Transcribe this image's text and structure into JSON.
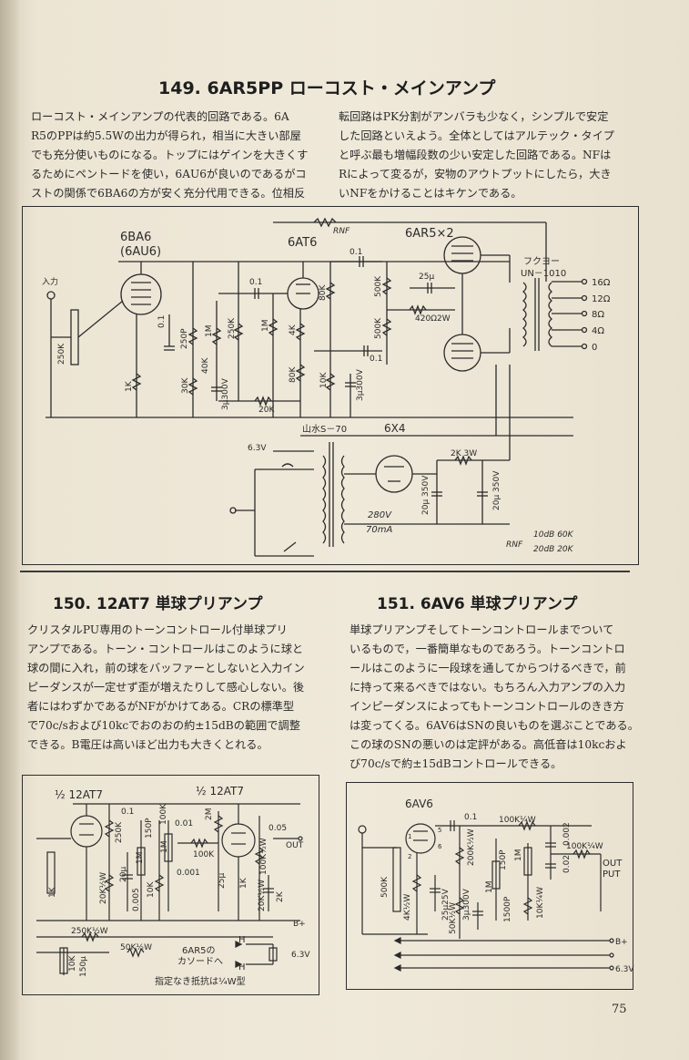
{
  "s149": {
    "title": "149. 6AR5PP ローコスト・メインアンプ",
    "body_left": [
      "ローコスト・メインアンプの代表的回路である。6A",
      "R5のPPは約5.5Wの出力が得られ，相当に大きい部屋",
      "でも充分使いものになる。トップにはゲインを大きくす",
      "るためにペントードを使い，6AU6が良いのであるがコ",
      "ストの関係で6BA6の方が安く充分代用できる。位相反"
    ],
    "body_right": [
      "転回路はPK分割がアンバラも少なく，シンプルで安定",
      "した回路といえよう。全体としてはアルテック・タイプ",
      "と呼ぶ最も増幅段数の少い安定した回路である。NFは",
      "Rによって変るが，安物のアウトプットにしたら，大き",
      "いNFをかけることはキケンである。"
    ],
    "schematic": {
      "rnf": "RNF",
      "tube1": "6BA6",
      "tube1_alt": "(6AU6)",
      "tube2": "6AT6",
      "tube3": "6AR5×2",
      "input": "入力",
      "pot": "250K",
      "c_01a": "0.1",
      "c_01b": "0.1",
      "c_01c": "0.1",
      "c_01d": "0.1",
      "c_250p": "250P",
      "r_1m_a": "1M",
      "r_1m_b": "1M",
      "r_250k": "250K",
      "r_4k": "4K",
      "r_80k_a": "80K",
      "r_80k_b": "80K",
      "r_500k_a": "500K",
      "r_500k_b": "500K",
      "c_25u": "25μ",
      "r_420": "420Ω2W",
      "r_1k": "1K",
      "r_30k": "30K",
      "r_40k": "40K",
      "r_10k": "10K",
      "c_3u300_a": "3μ300V",
      "c_3u300_b": "3μ300V",
      "r_20k": "20K",
      "ot_maker": "フクヨー",
      "ot_model": "UN－1010",
      "taps": [
        "16Ω",
        "12Ω",
        "8Ω",
        "4Ω",
        "0"
      ],
      "pt": "山水S－70",
      "rect": "6X4",
      "heater": "6.3V",
      "r_2k3w": "2K 3W",
      "c_20u_a": "20μ 350V",
      "c_20u_b": "20μ 350V",
      "b_volt": "280V",
      "b_curr": "70mA",
      "rnf_label": "RNF",
      "rnf_10db": "10dB  60K",
      "rnf_20db": "20dB  20K"
    }
  },
  "s150": {
    "title": "150. 12AT7 単球プリアンプ",
    "body": [
      "クリスタルPU専用のトーンコントロール付単球プリ",
      "アンプである。トーン・コントロールはこのように球と",
      "球の間に入れ，前の球をバッファーとしないと入力イン",
      "ピーダンスが一定せず歪が増えたりして感心しない。後",
      "者にはわずかであるがNFがかけてある。CRの標準型",
      "で70c/sおよび10kcでおのおの約±15dBの範囲で調整",
      "できる。B電圧は高いほど出力も大きくとれる。"
    ],
    "schematic": {
      "half1": "½ 12AT7",
      "half2": "½ 12AT7",
      "c01": "0.1",
      "r250k": "250K",
      "c150p": "150P",
      "r100k_a": "100K",
      "r100k_b": "100K",
      "c001_a": "0.01",
      "c001_b": "0.001",
      "r2m": "2M",
      "r1m_a": "1M",
      "r1m_b": "1M",
      "c005": "0.05",
      "r100k_2w": "100K½W",
      "r20k_2w": "20K½W",
      "c25u": "25μ",
      "r1k_a": "1K",
      "r1k_b": "1K",
      "r10k": "10K",
      "c0005": "0.005",
      "c20u": "20μ",
      "r2k": "2K",
      "out": "OUT",
      "bplus": "B+",
      "r250k_half": "250K½W",
      "r50k_half": "50K½W",
      "c150u": "150μ",
      "r10k_b": "10K",
      "to_6ar5_1": "6AR5の",
      "to_6ar5_2": "カソードへ",
      "heater": "H",
      "heater2": "H",
      "v63": "6.3V",
      "note": "指定なき抵抗は¼W型"
    }
  },
  "s151": {
    "title": "151. 6AV6 単球プリアンプ",
    "body": [
      "単球プリアンプそしてトーンコントロールまでついて",
      "いるもので，一番簡単なものであろう。トーンコントロ",
      "ールはこのように一段球を通してからつけるべきで，前",
      "に持って来るべきではない。もちろん入力アンプの入力",
      "インピーダンスによってもトーンコントロールのきき方",
      "は変ってくる。6AV6はSNの良いものを選ぶことである。",
      "この球のSNの悪いのは定評がある。高低音は10kcおよ",
      "び70c/sで約±15dBコントロールできる。"
    ],
    "schematic": {
      "tube": "6AV6",
      "c01": "0.1",
      "r100k_q": "100K¼W",
      "r500k": "500K",
      "r200k": "200K½W",
      "c150p": "150P",
      "r1m": "1M",
      "c0002": "0.002",
      "c002": "0.02",
      "r100k_q2": "100K¼W",
      "out": "OUT",
      "put": "PUT",
      "r4k": "4K½W",
      "c25u": "25μ25V",
      "r50k": "50K½W",
      "c3u": "3μ300V",
      "c1500p": "1500P",
      "r1m_b": "1M",
      "r10k": "10K¼W",
      "bplus": "B+",
      "v63": "6.3V",
      "p1": "1",
      "p2": "2",
      "p5": "5",
      "p6": "6"
    }
  },
  "page_number": "75"
}
